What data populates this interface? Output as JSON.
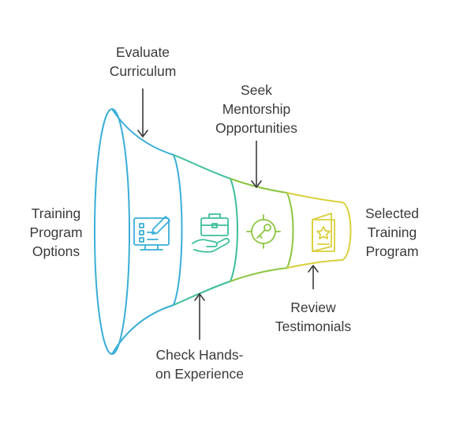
{
  "funnel": {
    "start_label": [
      "Training",
      "Program",
      "Options"
    ],
    "end_label": [
      "Selected",
      "Training",
      "Program"
    ]
  },
  "stages": [
    {
      "name": "Evaluate Curriculum",
      "label_lines": [
        "Evaluate",
        "Curriculum"
      ],
      "position": "top",
      "icon": "checklist-monitor-icon",
      "color": "#3aaed8"
    },
    {
      "name": "Check Hands-on Experience",
      "label_lines": [
        "Check Hands-",
        "on Experience"
      ],
      "position": "bottom",
      "icon": "hand-briefcase-icon",
      "color": "#3dbf9a"
    },
    {
      "name": "Seek Mentorship Opportunities",
      "label_lines": [
        "Seek",
        "Mentorship",
        "Opportunities"
      ],
      "position": "top",
      "icon": "target-key-icon",
      "color": "#8cc63f"
    },
    {
      "name": "Review Testimonials",
      "label_lines": [
        "Review",
        "Testimonials"
      ],
      "position": "bottom",
      "icon": "star-booklet-icon",
      "color": "#d9cf3a"
    }
  ]
}
